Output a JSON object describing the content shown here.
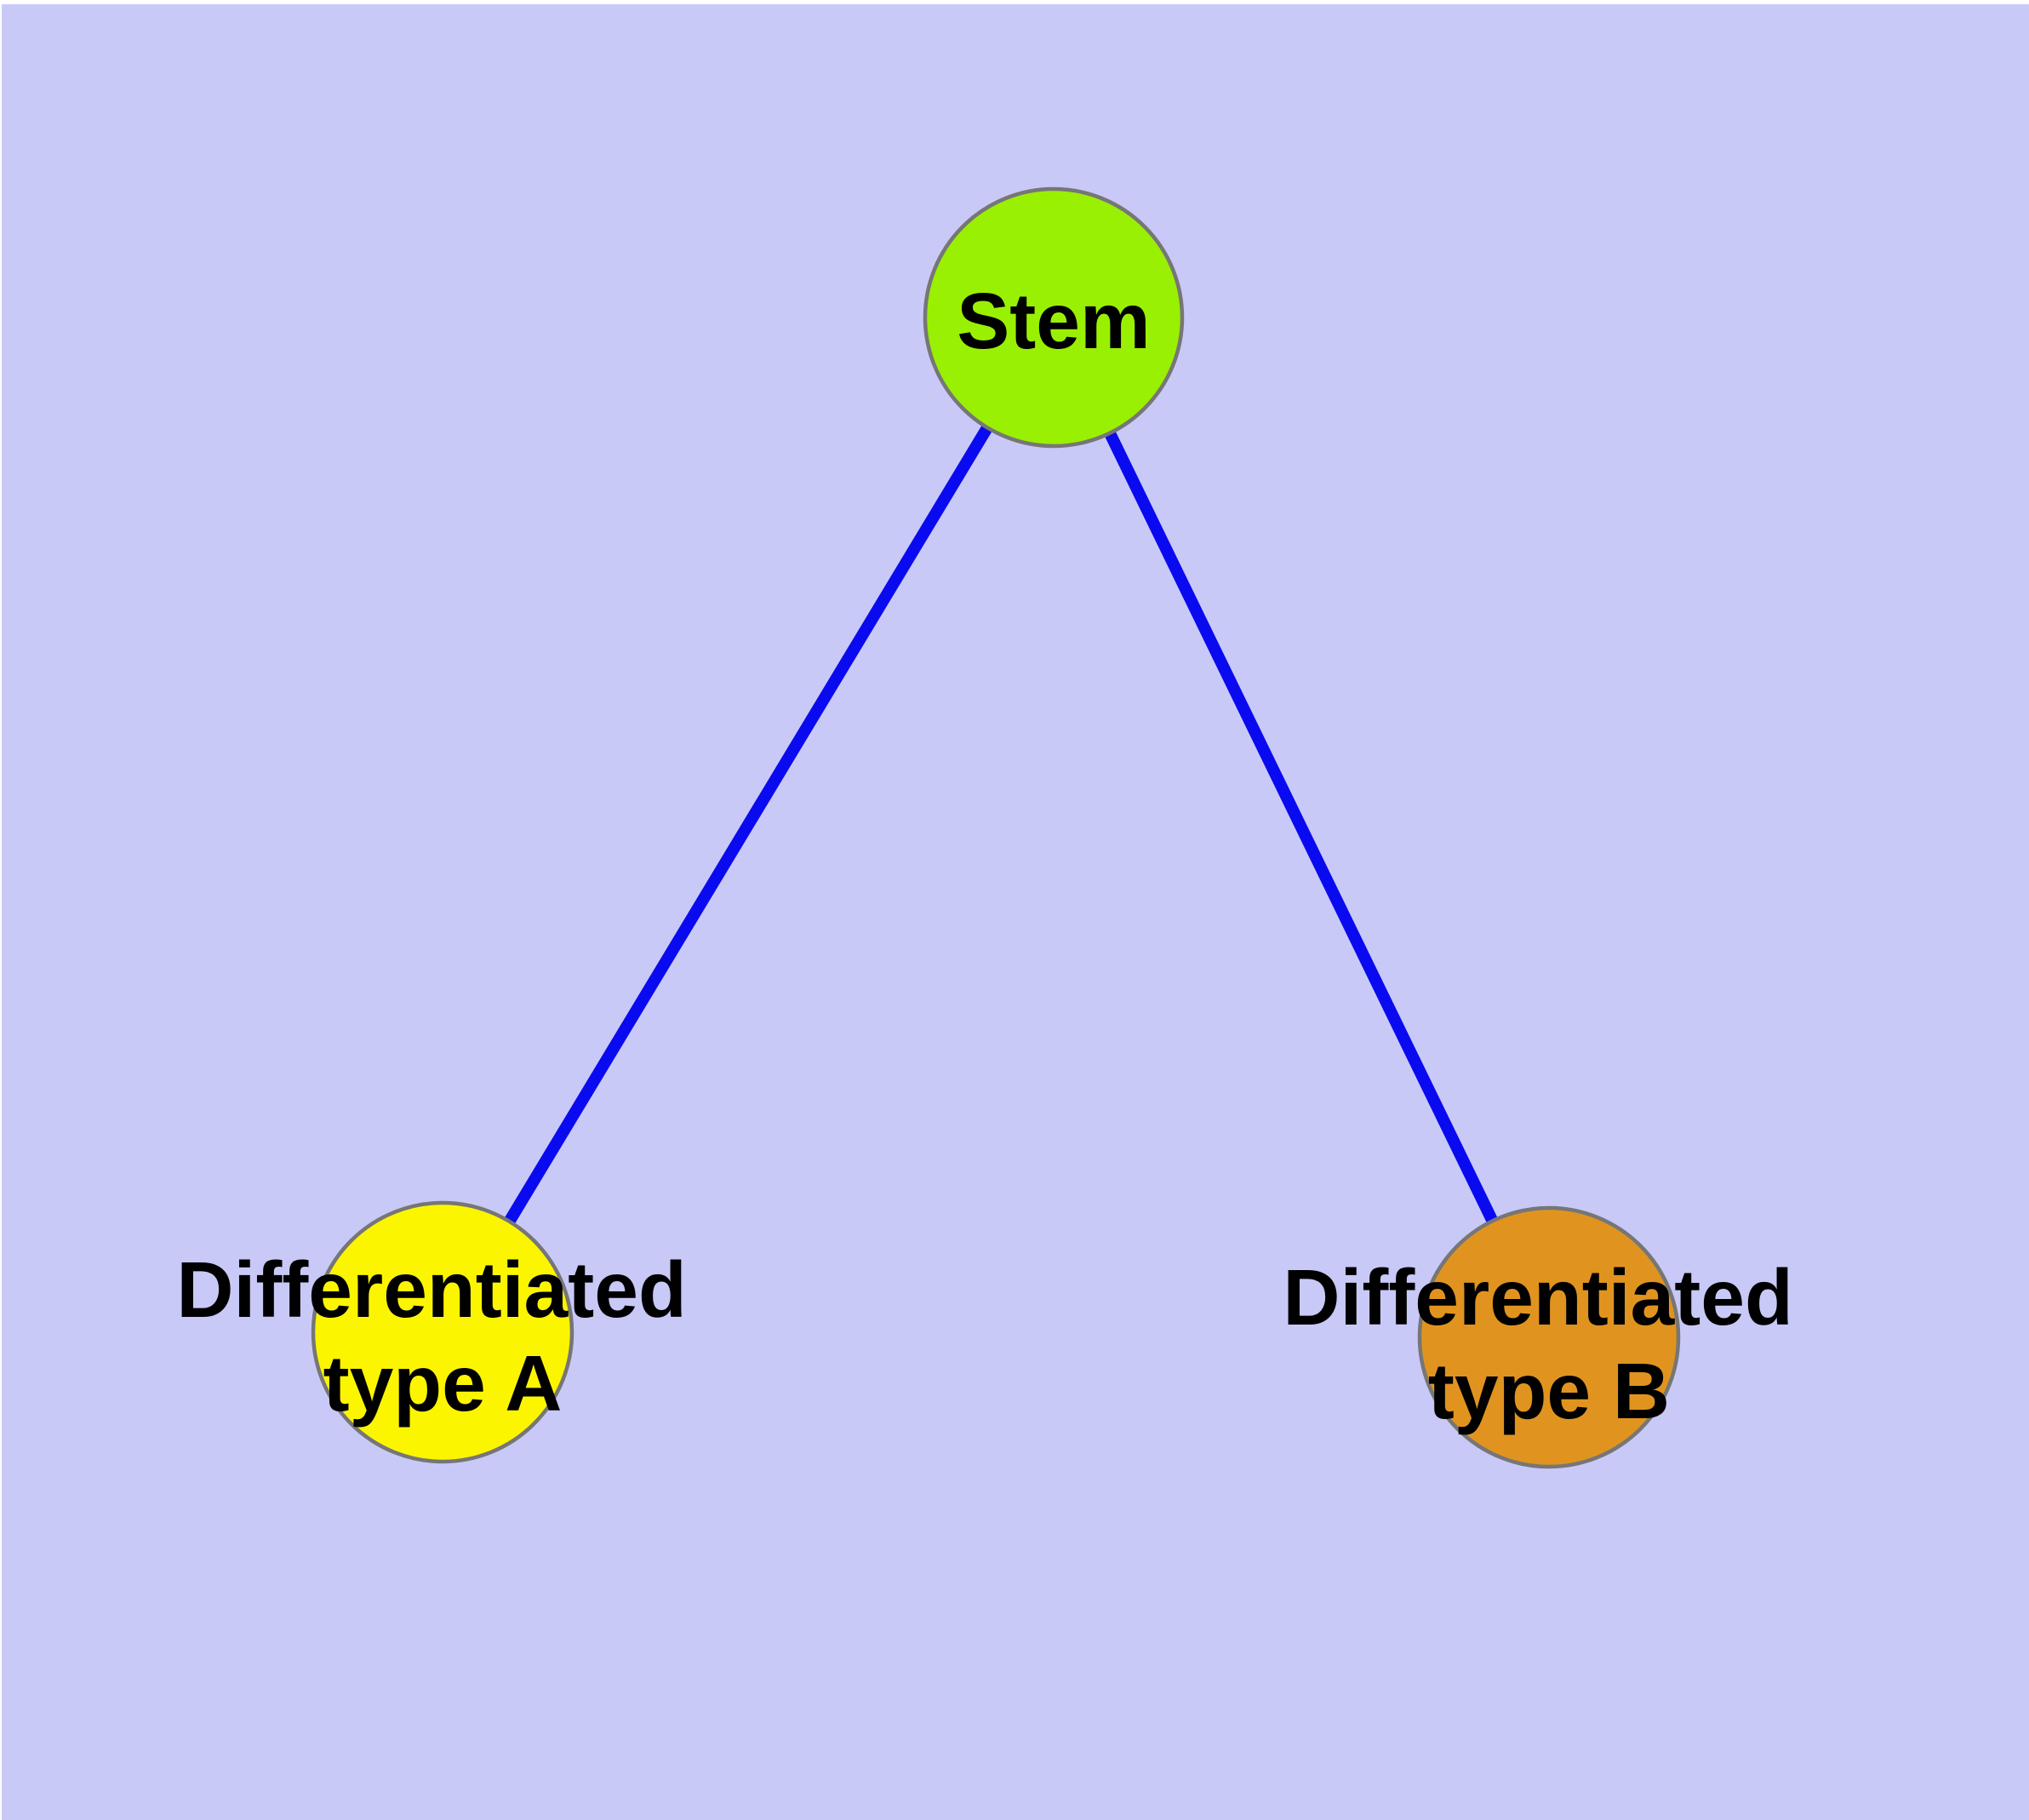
{
  "diagram": {
    "type": "node-link-graph",
    "colors": {
      "page_margin": "#ffffff",
      "background": "#c9c9f7",
      "edge": "#0a0af0",
      "node_border": "#767676",
      "label_text": "#000000"
    },
    "nodes": {
      "stem": {
        "label": "Stem",
        "fill": "#9af002"
      },
      "type_a": {
        "label_line1": "Differentiated",
        "label_line2": "type A",
        "label_full": "Differentiated type A",
        "fill": "#fcf500"
      },
      "type_b": {
        "label_line1": "Differentiated",
        "label_line2": "type B",
        "label_full": "Differentiated type B",
        "fill": "#e0941f"
      }
    },
    "edges": [
      {
        "from": "Stem",
        "to": "Differentiated type A"
      },
      {
        "from": "Stem",
        "to": "Differentiated type B"
      }
    ]
  }
}
